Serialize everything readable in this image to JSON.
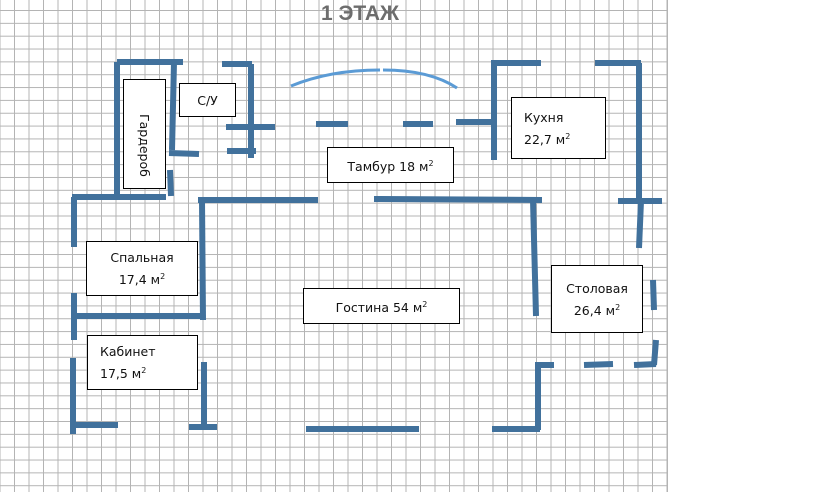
{
  "title": "1 ЭТАЖ",
  "colors": {
    "wall": "#41719c",
    "door_arc": "#5b9bd5",
    "grid": "#b4b4b4",
    "title": "#6d6d6d"
  },
  "rooms": {
    "wardrobe": {
      "name": "Гардероб"
    },
    "bathroom": {
      "name": "С/У"
    },
    "kitchen": {
      "name": "Кухня",
      "area": "22,7 м",
      "unit_exp": "2"
    },
    "vestibule": {
      "name": "Тамбур 18 м",
      "unit_exp": "2"
    },
    "bedroom": {
      "name": "Спальная",
      "area": "17,4 м",
      "unit_exp": "2"
    },
    "living": {
      "name": "Гостина 54 м",
      "unit_exp": "2"
    },
    "dining": {
      "name": "Столовая",
      "area": "26,4 м",
      "unit_exp": "2"
    },
    "study": {
      "name": "Кабинет",
      "area": "17,5 м",
      "unit_exp": "2"
    }
  }
}
